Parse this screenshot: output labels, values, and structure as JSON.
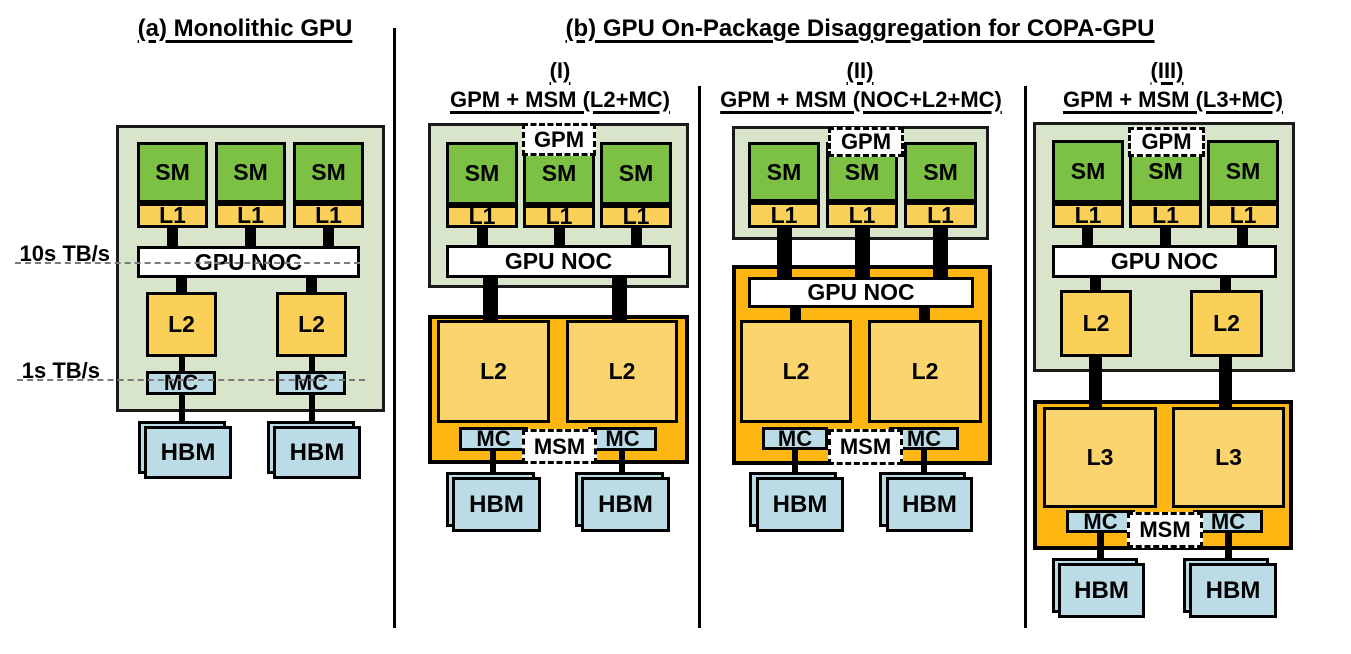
{
  "figure": {
    "panel_a_title": "(a) Monolithic GPU",
    "panel_b_title": "(b) GPU On-Package Disaggregation for COPA-GPU"
  },
  "colors": {
    "gpm_package_fill": "#D9E5CB",
    "sm_fill": "#7CC144",
    "cache_fill": "#FBD058",
    "msm_cache_fill": "#FBD46D",
    "msm_package_fill": "#FEB612",
    "memory_fill": "#BBDCE7",
    "noc_fill": "#FFFFFF",
    "bandwidth_line": "#7A7A7A"
  },
  "panel_a": {
    "title": "(a) Monolithic GPU",
    "noc_bandwidth": "10s TB/s",
    "mem_bandwidth": "1s TB/s",
    "sm": [
      "SM",
      "SM",
      "SM"
    ],
    "l1": [
      "L1",
      "L1",
      "L1"
    ],
    "noc": "GPU NOC",
    "l2": [
      "L2",
      "L2"
    ],
    "mc": [
      "MC",
      "MC"
    ],
    "hbm": [
      "HBM",
      "HBM"
    ]
  },
  "panel_b": {
    "title": "(b) GPU On-Package Disaggregation for COPA-GPU",
    "variants": [
      {
        "numeral": "(I)",
        "title": "GPM + MSM (L2+MC)",
        "gpm_tag": "GPM",
        "msm_tag": "MSM",
        "sm": [
          "SM",
          "SM",
          "SM"
        ],
        "l1": [
          "L1",
          "L1",
          "L1"
        ],
        "noc": "GPU NOC",
        "msm_cache": [
          "L2",
          "L2"
        ],
        "mc": [
          "MC",
          "MC"
        ],
        "hbm": [
          "HBM",
          "HBM"
        ]
      },
      {
        "numeral": "(II)",
        "title": "GPM + MSM (NOC+L2+MC)",
        "gpm_tag": "GPM",
        "msm_tag": "MSM",
        "sm": [
          "SM",
          "SM",
          "SM"
        ],
        "l1": [
          "L1",
          "L1",
          "L1"
        ],
        "noc": "GPU NOC",
        "msm_cache": [
          "L2",
          "L2"
        ],
        "mc": [
          "MC",
          "MC"
        ],
        "hbm": [
          "HBM",
          "HBM"
        ]
      },
      {
        "numeral": "(III)",
        "title": "GPM + MSM (L3+MC)",
        "gpm_tag": "GPM",
        "msm_tag": "MSM",
        "sm": [
          "SM",
          "SM",
          "SM"
        ],
        "l1": [
          "L1",
          "L1",
          "L1"
        ],
        "noc": "GPU NOC",
        "gpm_l2": [
          "L2",
          "L2"
        ],
        "msm_cache": [
          "L3",
          "L3"
        ],
        "mc": [
          "MC",
          "MC"
        ],
        "hbm": [
          "HBM",
          "HBM"
        ]
      }
    ]
  }
}
